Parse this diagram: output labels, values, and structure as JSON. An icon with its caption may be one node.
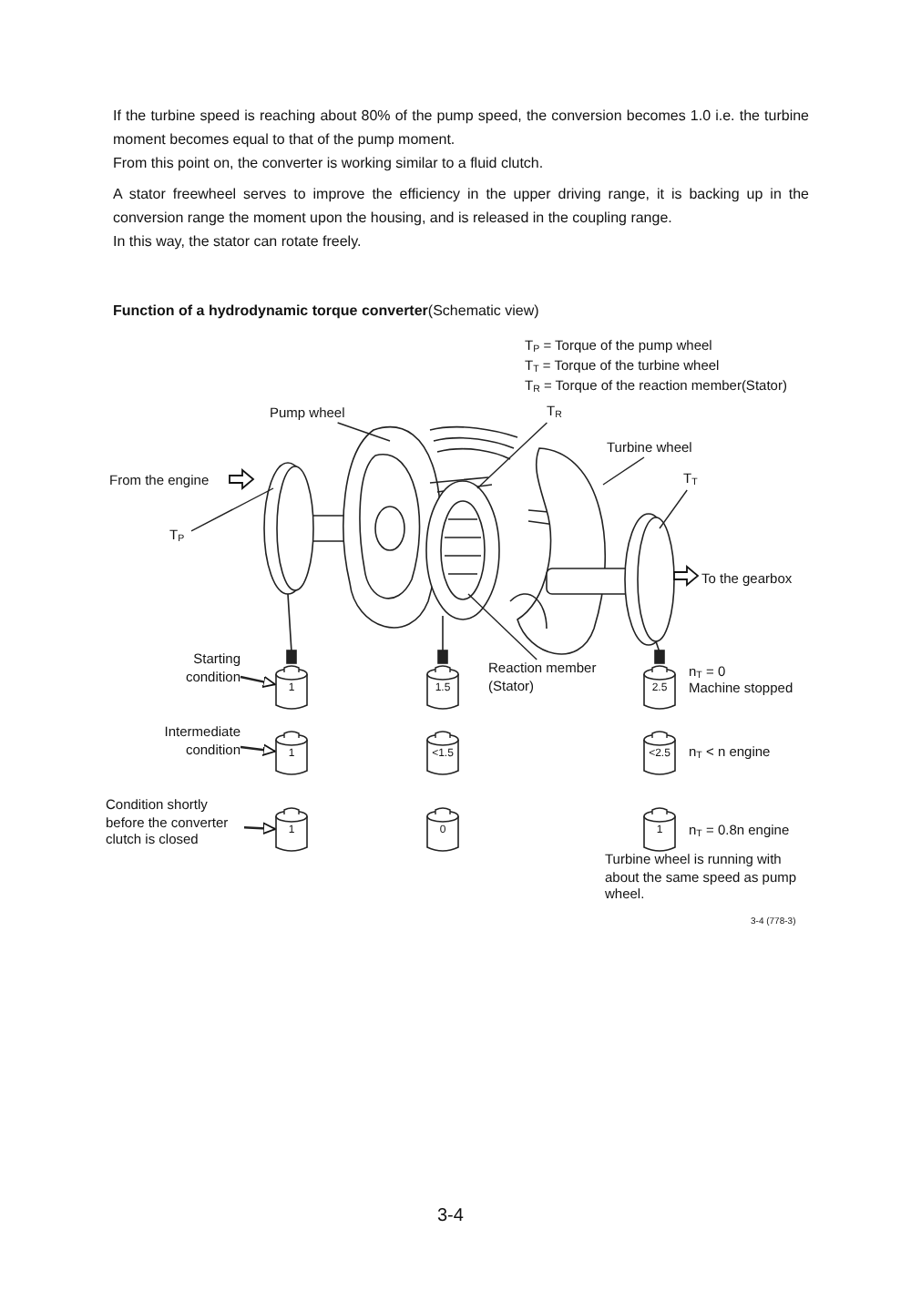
{
  "diagram": {
    "nodes": [
      {
        "text": [
          "Pump wheel"
        ]
      },
      {
        "text": [
          "T$_{R}$"
        ]
      },
      {
        "text": [
          "Turbine wheel"
        ]
      },
      {
        "text": [
          "T$_{T}$"
        ]
      },
      {
        "text": [
          "T$_{P}$"
        ]
      },
      {
        "text": [
          "Starting condition"
        ]
      },
      {
        "text": [
          "1"
        ]
      },
      {
        "text": [
          "1.5"
        ]
      },
      {
        "text": [
          "Reaction member (Stator)"
        ]
      },
      {
        "text": [
          "2.5"
        ],
        "beside": [
          "n$_{T}$ =  0",
          "Machine stopped"
        ]
      },
      {
        "text": [
          "Intermediate condition"
        ]
      },
      {
        "text": [
          "1"
        ]
      },
      {
        "text": [
          "<1.5"
        ]
      },
      {
        "text": [
          "<2.5"
        ],
        "beside": [
          "n$_{T}$ < n engine"
        ]
      },
      {
        "text": [
          "Condition shortly before the converter clutch is closed"
        ]
      },
      {
        "text": [
          "1"
        ]
      },
      {
        "text": [
          "0"
        ]
      },
      {
        "text": [
          "1"
        ],
        "beside": [
          "n$_{T}$ = 0.8n engine",
          "Turbine wheel is running with about the same speed as pump wheel."
        ]
      }
    ],
    "edges": [
      {
        "from": 0,
        "to": null,
        "arrow": "none"
      },
      {
        "from": 1,
        "to": null,
        "arrow": "none"
      },
      {
        "from": 2,
        "to": null,
        "arrow": "none"
      },
      {
        "from": 3,
        "to": null,
        "arrow": "none"
      },
      {
        "from": 4,
        "to": null,
        "arrow": "none"
      },
      {
        "from": 5,
        "to": 6,
        "arrow": "to"
      },
      {
        "from": 8,
        "to": null,
        "arrow": "none"
      },
      {
        "from": 10,
        "to": 11,
        "arrow": "to"
      },
      {
        "from": 14,
        "to": 15,
        "arrow": "to"
      }
    ],
    "labels": [
      "If the turbine speed is reaching about 80% of the pump speed, the conversion becomes 1.0 i.e. the turbine moment becomes equal to that of the pump moment.",
      "From this point on, the converter is working similar to a fluid clutch.",
      "A stator freewheel serves to improve the efficiency in the upper driving range, it is backing up in the conversion range the moment upon the housing, and is released in the coupling range.",
      "In this way, the stator can rotate freely.",
      "**Function of a hydrodynamic torque converter**(Schematic view)",
      "T$_{P}$ =  Torque of the pump wheel",
      "T$_{T}$ =  Torque of the turbine wheel",
      "T$_{R}$ =  Torque of the reaction member(Stator)",
      "From the engine",
      "To the gearbox",
      "3-4 (778-3)",
      "3-4"
    ]
  }
}
